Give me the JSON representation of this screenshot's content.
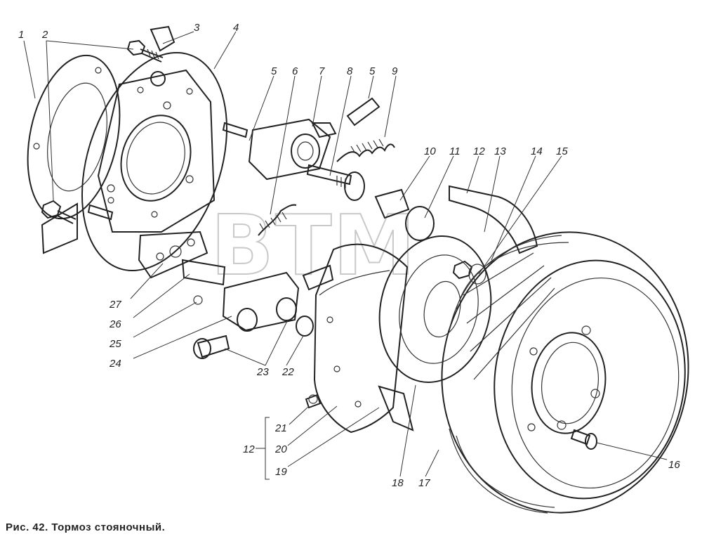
{
  "caption": "Рис. 42. Тормоз стояночный.",
  "watermark": "BTM",
  "labels": {
    "n1": "1",
    "n2": "2",
    "n3": "3",
    "n4": "4",
    "n5a": "5",
    "n6": "6",
    "n7": "7",
    "n8": "8",
    "n5b": "5",
    "n9": "9",
    "n10": "10",
    "n11": "11",
    "n12top": "12",
    "n13": "13",
    "n14": "14",
    "n15": "15",
    "n16": "16",
    "n17": "17",
    "n18": "18",
    "n19": "19",
    "n20": "20",
    "n21": "21",
    "n12group": "12",
    "n22": "22",
    "n23": "23",
    "n24": "24",
    "n25": "25",
    "n26": "26",
    "n27": "27"
  },
  "colors": {
    "ink": "#222222",
    "watermark": "#c9c9c9",
    "background": "#ffffff"
  }
}
